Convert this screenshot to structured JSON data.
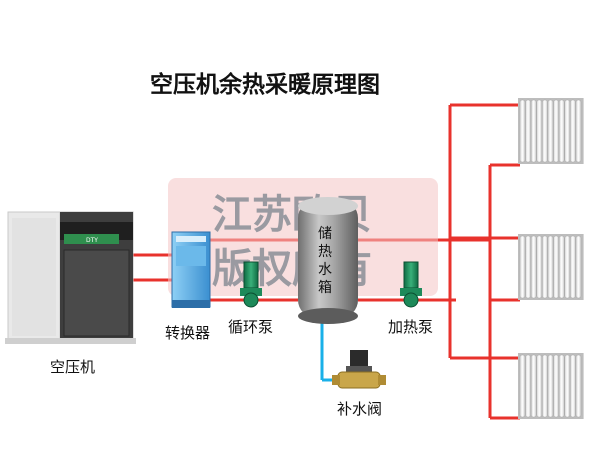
{
  "title": "空压机余热采暖原理图",
  "labels": {
    "compressor": "空压机",
    "exchanger": "转换器",
    "circ_pump": "循环泵",
    "heat_pump": "加热泵",
    "makeup_valve": "补水阀",
    "tank": [
      "储",
      "热",
      "水",
      "箱"
    ]
  },
  "compressor_panel_text": "DTY",
  "watermark": {
    "line1": "江苏欧贝",
    "line2": "版权所有"
  },
  "colors": {
    "hot_pipe": "#e8322c",
    "water_pipe": "#1ab0e8",
    "pump_green": "#1e8a5a",
    "tank": "#9b9b9b",
    "exchanger": "#4aa3df",
    "radiator": "#f2f2f2",
    "watermark_bg": "#f4c4c4"
  },
  "icons": {
    "pump": "pump-icon",
    "valve": "solenoid-valve-icon",
    "radiator": "radiator-icon",
    "compressor": "air-compressor-icon",
    "exchanger": "heat-exchanger-icon",
    "tank": "storage-tank-icon"
  }
}
